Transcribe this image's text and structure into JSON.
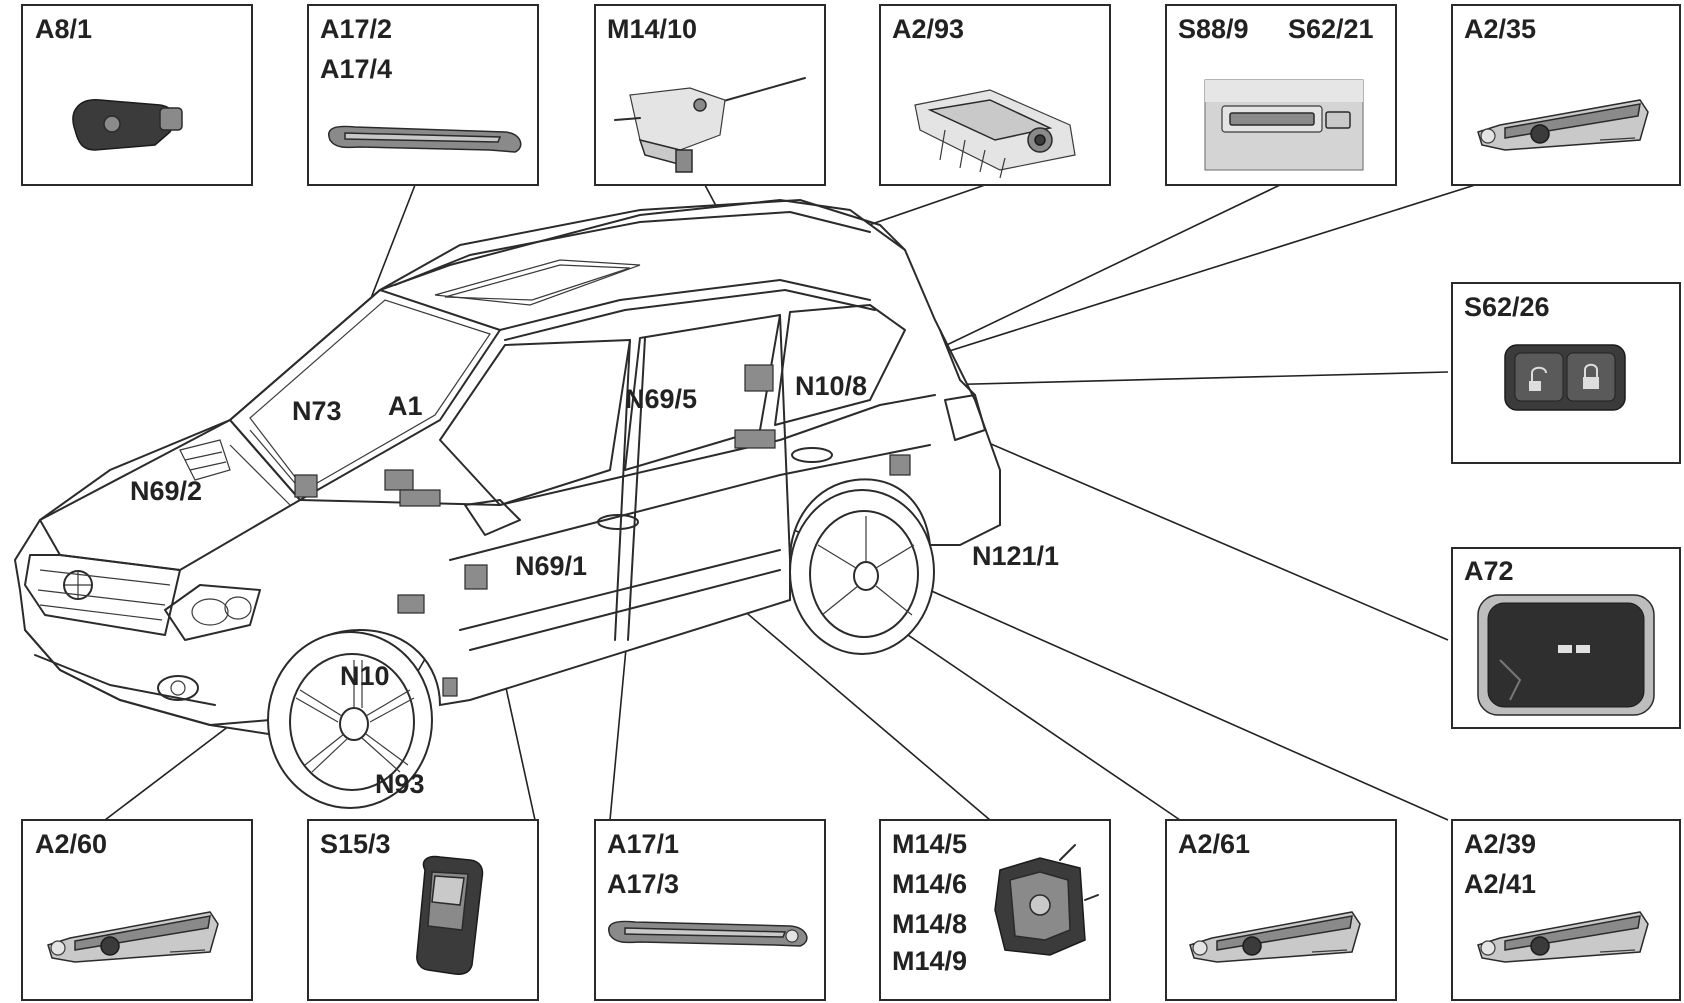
{
  "components": {
    "A8_1": {
      "label": "A8/1",
      "icon": "key-fob-icon"
    },
    "A17_2": {
      "label_1": "A17/2",
      "label_2": "A17/4",
      "icon": "door-handle-icon"
    },
    "M14_10": {
      "label": "M14/10",
      "icon": "actuator-motor-icon"
    },
    "A2_93": {
      "label": "A2/93",
      "icon": "antenna-module-icon"
    },
    "S88_9": {
      "label_1": "S88/9",
      "label_2": "S62/21",
      "icon": "tailgate-switch-icon"
    },
    "A2_35": {
      "label": "A2/35",
      "icon": "antenna-bar-icon"
    },
    "S62_26": {
      "label": "S62/26",
      "icon": "lock-switch-icon"
    },
    "A72": {
      "label": "A72",
      "icon": "control-panel-icon"
    },
    "A2_60": {
      "label": "A2/60",
      "icon": "antenna-bar-icon"
    },
    "S15_3": {
      "label": "S15/3",
      "icon": "rocker-switch-icon"
    },
    "A17_1": {
      "label_1": "A17/1",
      "label_2": "A17/3",
      "icon": "door-handle-icon"
    },
    "M14_5": {
      "label_1": "M14/5",
      "label_2": "M14/6",
      "label_3": "M14/8",
      "label_4": "M14/9",
      "icon": "door-lock-icon"
    },
    "A2_61": {
      "label": "A2/61",
      "icon": "antenna-bar-icon"
    },
    "A2_39": {
      "label_1": "A2/39",
      "label_2": "A2/41",
      "icon": "antenna-bar-icon"
    }
  },
  "callouts": {
    "N73": "N73",
    "A1": "A1",
    "N69_2": "N69/2",
    "N69_5": "N69/5",
    "N10_8": "N10/8",
    "N69_1": "N69/1",
    "N121_1": "N121/1",
    "N10": "N10",
    "N93": "N93"
  },
  "vehicle": {
    "icon": "suv-outline-icon"
  },
  "colors": {
    "line": "#222222",
    "background": "#ffffff",
    "part_dark": "#3b3b3b",
    "part_light": "#c9c9c9"
  }
}
